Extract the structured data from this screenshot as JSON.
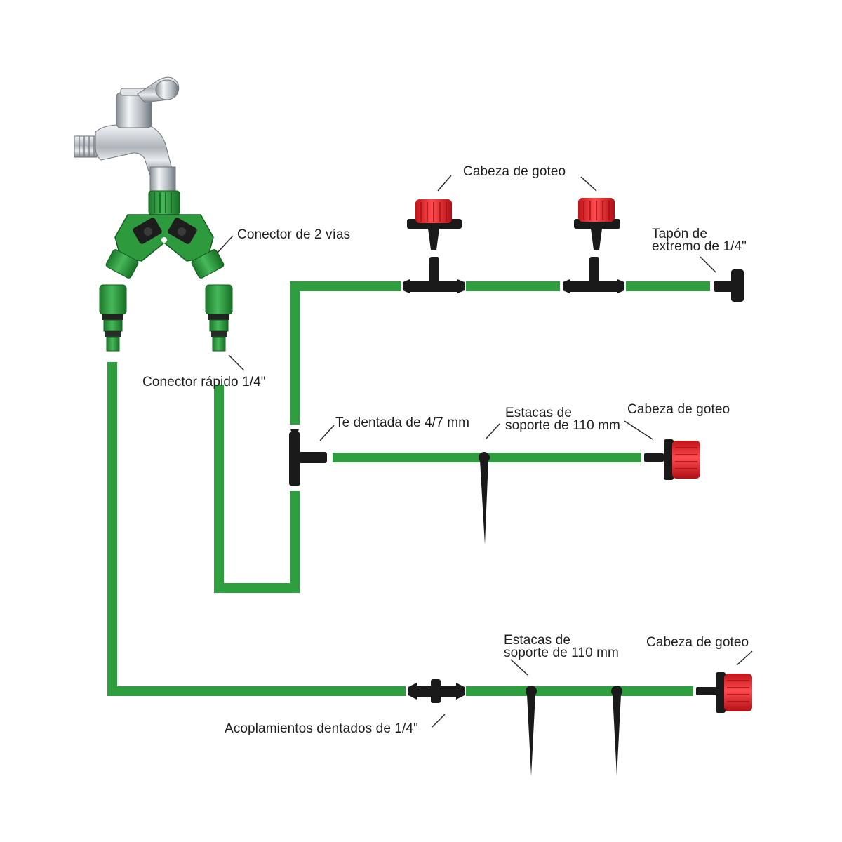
{
  "labels": {
    "connector_two_way": "Conector de 2 vías",
    "quick_connector": "Conector rápido 1/4\"",
    "drip_head_top": "Cabeza de goteo",
    "end_plug_line1": "Tapón de",
    "end_plug_line2": "extremo de 1/4\"",
    "tee": "Te dentada de 4/7 mm",
    "stakes_mid_line1": "Estacas de",
    "stakes_mid_line2": "soporte de 110 mm",
    "drip_head_mid": "Cabeza de goteo",
    "stakes_bottom_line1": "Estacas de",
    "stakes_bottom_line2": "soporte de 110 mm",
    "drip_head_bottom": "Cabeza de goteo",
    "couplings": "Acoplamientos dentados de 1/4\""
  },
  "colors": {
    "hose": "#2f9e3f",
    "hose_dark": "#1f7a2c",
    "drip_red": "#e8242a",
    "fitting_black": "#1a1a1a",
    "chrome": "#c8ccd0",
    "leader_line": "#2a2a2a"
  },
  "icons": [
    "faucet-icon",
    "two-way-connector-icon",
    "quick-connector-icon",
    "drip-head-icon",
    "barbed-tee-icon",
    "end-plug-icon",
    "support-stake-icon",
    "barbed-coupling-icon"
  ]
}
